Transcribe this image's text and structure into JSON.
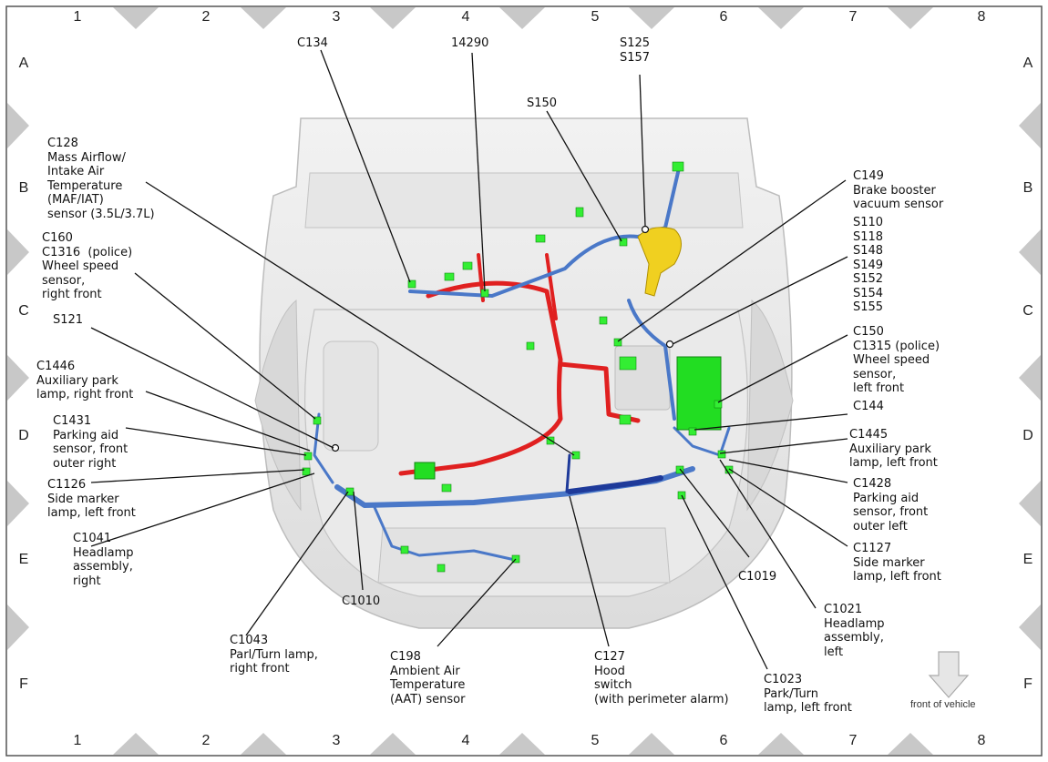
{
  "grid": {
    "columns": [
      "1",
      "2",
      "3",
      "4",
      "5",
      "6",
      "7",
      "8"
    ],
    "rows": [
      "A",
      "B",
      "C",
      "D",
      "E",
      "F"
    ]
  },
  "callouts": {
    "c134": "C134",
    "p14290": "14290",
    "s125": "S125\nS157",
    "s150": "S150",
    "c128": "C128\nMass Airflow/\nIntake Air\nTemperature\n(MAF/IAT)\nsensor (3.5L/3.7L)",
    "c149": "C149\nBrake booster\nvacuum sensor",
    "s110": "S110\nS118\nS148\nS149\nS152\nS154\nS155",
    "c160": "C160\nC1316  (police)\nWheel speed\nsensor,\nright front",
    "s121": "S121",
    "c150": "C150\nC1315 (police)\nWheel speed\nsensor,\nleft front",
    "c1446": "C1446\nAuxiliary park\nlamp, right front",
    "c144": "C144",
    "c1431": "C1431\nParking aid\nsensor, front\nouter right",
    "c1445": "C1445\nAuxiliary park\nlamp, left front",
    "c1126": "C1126\nSide marker\nlamp, left front",
    "c1428": "C1428\nParking aid\nsensor, front\nouter left",
    "c1041": "C1041\nHeadlamp\nassembly,\nright",
    "c1127": "C1127\nSide marker\nlamp, left front",
    "c1019": "C1019",
    "c1010": "C1010",
    "c1021": "C1021\nHeadlamp\nassembly,\nleft",
    "c1043": "C1043\nParl/Turn lamp,\nright front",
    "c198": "C198\nAmbient Air\nTemperature\n(AAT) sensor",
    "c127": "C127\nHood\nswitch\n(with perimeter alarm)",
    "c1023": "C1023\nPark/Turn\nlamp, left front"
  },
  "front_of_vehicle": "front of vehicle",
  "colors": {
    "border": "#555555",
    "marker": "#c8c8c8",
    "wire_blue": "#4a78c8",
    "wire_dark_blue": "#1e3a9a",
    "wire_red": "#e02020",
    "connector_green": "#22dd22",
    "bracket_yellow": "#f0d020"
  }
}
